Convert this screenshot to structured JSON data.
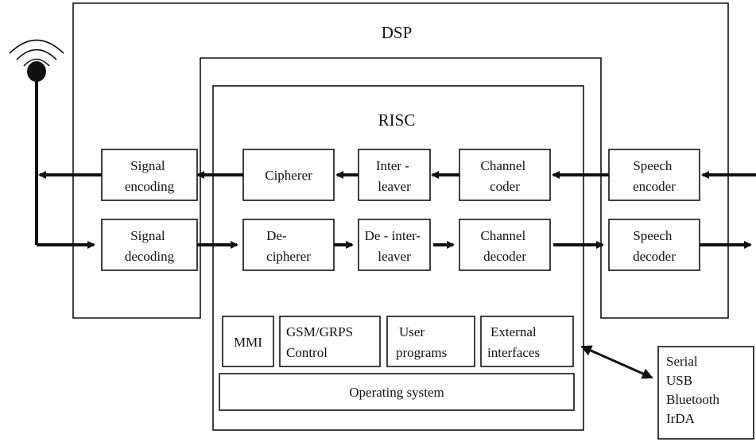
{
  "labels": {
    "dsp": "DSP",
    "risc": "RISC"
  },
  "tx_chain": {
    "signal_encoding": [
      "Signal",
      "encoding"
    ],
    "cipherer": [
      "Cipherer"
    ],
    "interleaver": [
      "Inter -",
      "leaver"
    ],
    "channel_coder": [
      "Channel",
      "coder"
    ],
    "speech_encoder": [
      "Speech",
      "encoder"
    ]
  },
  "rx_chain": {
    "signal_decoding": [
      "Signal",
      "decoding"
    ],
    "decipherer": [
      "De-",
      "cipherer"
    ],
    "deinterleaver": [
      "De - inter-",
      "leaver"
    ],
    "channel_decoder": [
      "Channel",
      "decoder"
    ],
    "speech_decoder": [
      "Speech",
      "decoder"
    ]
  },
  "software": {
    "mmi": [
      "MMI"
    ],
    "gsm_control": [
      "GSM/GRPS",
      "Control"
    ],
    "user_programs": [
      "User",
      "programs"
    ],
    "external_interfaces": [
      "External",
      "interfaces"
    ],
    "operating_system": [
      "Operating system"
    ]
  },
  "interfaces": [
    "Serial",
    "USB",
    "Bluetooth",
    "IrDA"
  ],
  "icons": {
    "antenna": "antenna-icon"
  }
}
